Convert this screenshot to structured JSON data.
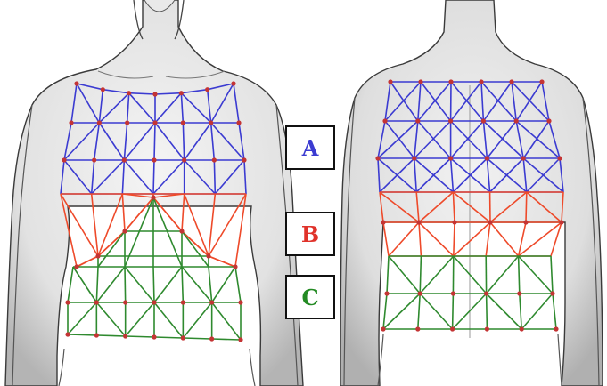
{
  "labels": [
    {
      "id": "A",
      "text": "A",
      "color": "#3b3bd1"
    },
    {
      "id": "B",
      "text": "B",
      "color": "#e0322a"
    },
    {
      "id": "C",
      "text": "C",
      "color": "#238a23"
    }
  ],
  "colors": {
    "zone_a": "#3b3bd1",
    "zone_b": "#ee4a2a",
    "zone_c": "#2f8a2f",
    "node": "#c43434",
    "skin": "#ececec",
    "skin_shade": "#b9b9b9",
    "outline": "#3a3a3a"
  }
}
